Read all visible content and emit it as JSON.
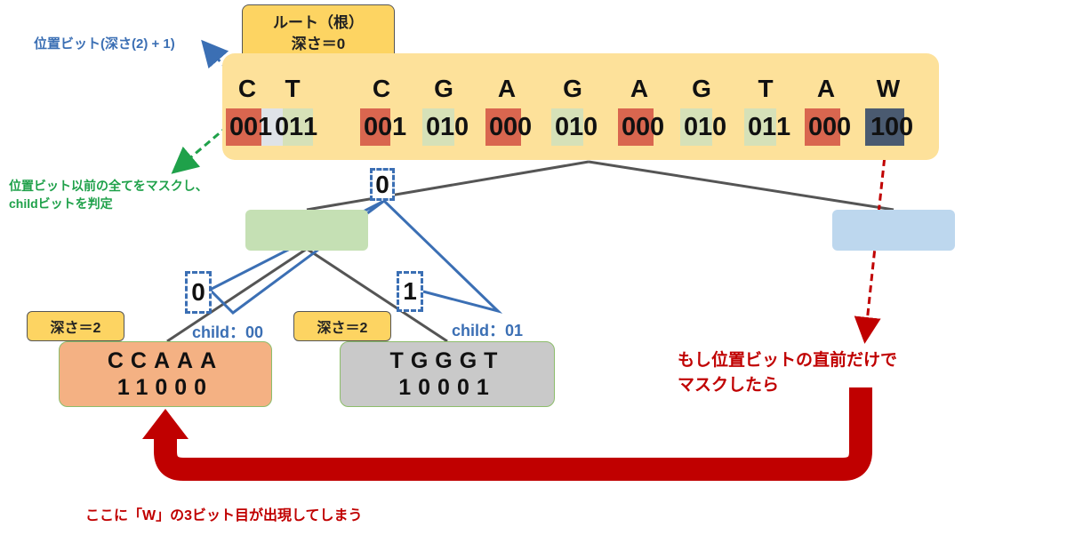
{
  "root": {
    "title": "ルート（根）",
    "depth": "深さ＝0"
  },
  "sequence": {
    "letters": [
      "C",
      "T",
      "C",
      "G",
      "A",
      "G",
      "A",
      "G",
      "T",
      "A",
      "W"
    ],
    "bits": [
      "001",
      "011",
      "001",
      "010",
      "000",
      "010",
      "000",
      "010",
      "011",
      "000",
      "100"
    ]
  },
  "node_bits": {
    "root": "0",
    "left": "0",
    "right": "1"
  },
  "child_labels": {
    "left": "child：00",
    "right": "child：01"
  },
  "level_tags": {
    "left": "深さ＝2",
    "right": "深さ＝2"
  },
  "leaves": {
    "left": {
      "seq": "CCAAA",
      "bits": "11000"
    },
    "right": {
      "seq": "TGGGT",
      "bits": "10001"
    }
  },
  "notes": {
    "position_bit": "位置ビット(深さ(2) + 1)",
    "mask_line1": "位置ビット以前の全てをマスクし、",
    "mask_line2": "childビットを判定",
    "what_if": "もし位置ビットの直前だけでマスクしたら",
    "result": "ここに「W」の3ビット目が出現してしまう"
  },
  "colors": {
    "root_tag": "#fdd462",
    "panel": "#fde19a",
    "mask_red": "#d9664f",
    "check_green": "#d6e1b8",
    "w_dark": "#4a5a70",
    "node_green": "#c5e0b4",
    "node_blue": "#bdd7ee",
    "leaf_orange": "#f4b183",
    "leaf_gray": "#c9c9c9",
    "blue": "#3b6fb4",
    "green": "#1fa14a",
    "red": "#c00000"
  }
}
